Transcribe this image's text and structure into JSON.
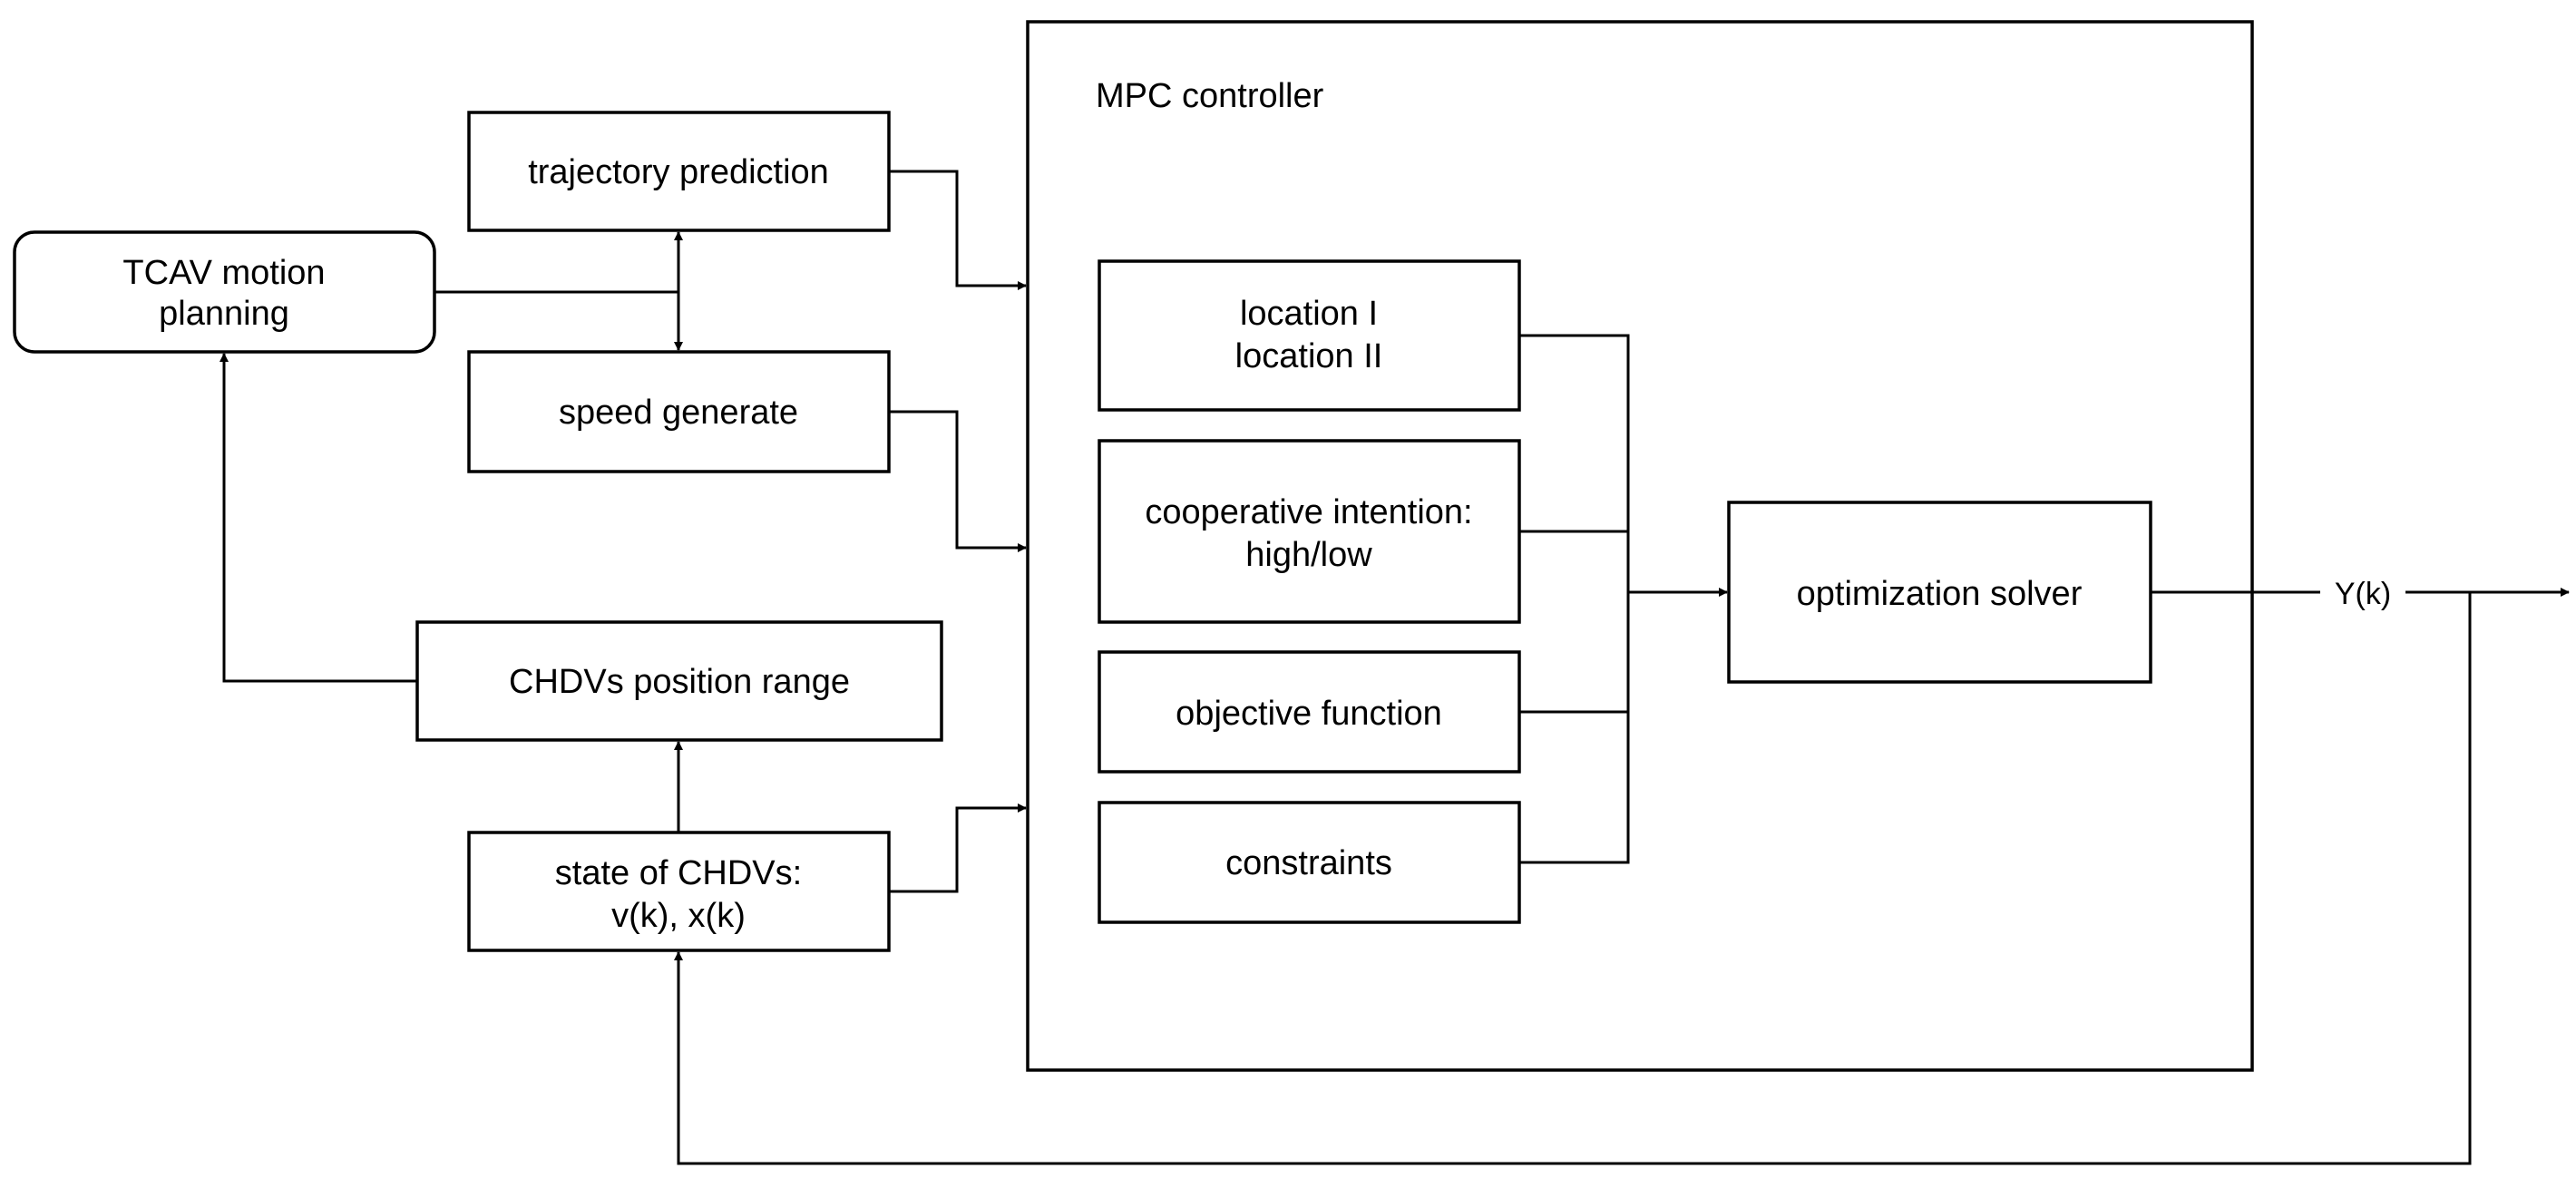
{
  "mpc": {
    "title": "MPC controller"
  },
  "blocks": {
    "tcav": {
      "line1": "TCAV motion",
      "line2": "planning"
    },
    "trajectory": "trajectory prediction",
    "speed": "speed generate",
    "position_range": "CHDVs position range",
    "state": {
      "line1": "state of CHDVs:",
      "line2": "v(k), x(k)"
    },
    "location": {
      "line1": "location I",
      "line2": "location II"
    },
    "intention": {
      "line1": "cooperative intention:",
      "line2": "high/low"
    },
    "objective": "objective function",
    "constraints": "constraints",
    "solver": "optimization solver"
  },
  "output": {
    "label": "Y(k)"
  },
  "colors": {
    "stroke": "#000000",
    "background": "#ffffff"
  }
}
